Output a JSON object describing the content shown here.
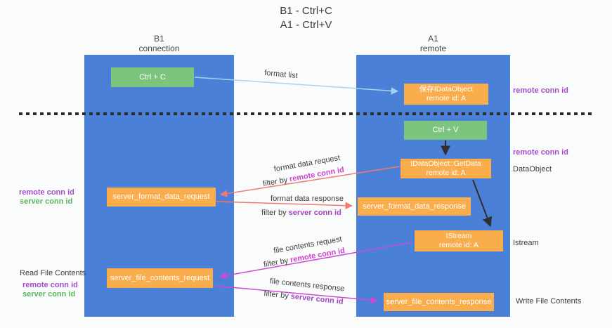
{
  "title": {
    "line1": "B1 - Ctrl+C",
    "line2": "A1 - Ctrl+V"
  },
  "columns": {
    "left": {
      "header_line1": "B1",
      "header_line2": "connection"
    },
    "right": {
      "header_line1": "A1",
      "header_line2": "remote"
    }
  },
  "boxes": {
    "ctrl_c": "Ctrl + C",
    "save_dataobject_line1": "保存IDataObject",
    "save_dataobject_line2": "remote id: A",
    "ctrl_v": "Ctrl + V",
    "getdata_line1": "IDataObject::GetData",
    "getdata_line2": "remote id: A",
    "format_request": "server_format_data_request",
    "format_response": "server_format_data_response",
    "istream_line1": "IStream",
    "istream_line2": "remote id: A",
    "file_request": "server_file_contents_request",
    "file_response": "server_file_contents_response"
  },
  "right_labels": {
    "remote_conn_id_top": "remote conn id",
    "remote_conn_id_mid": "remote conn id",
    "dataobject": "DataObject",
    "istream": "Istream",
    "write_file_contents": "Write File Contents"
  },
  "left_labels": {
    "remote_conn_id_upper": "remote conn id",
    "server_conn_id_upper": "server conn id",
    "read_file_contents": "Read File Contents",
    "remote_conn_id_lower": "remote conn id",
    "server_conn_id_lower": "server conn id"
  },
  "flow": {
    "format_list": "format list",
    "format_data_request": "format data request",
    "format_data_request_filter_prefix": "filter by",
    "format_data_request_filter_key": "remote conn id",
    "format_data_response": "format data response",
    "format_data_response_filter_prefix": "filter by",
    "format_data_response_filter_key": "server conn id",
    "file_contents_request": "file contents request",
    "file_contents_request_filter_prefix": "filter by",
    "file_contents_request_filter_key": "remote conn id",
    "file_contents_response": "file contents response",
    "file_contents_response_filter_prefix": "filter by",
    "file_contents_response_filter_key": "server conn id"
  },
  "colors": {
    "column_blue": "#4a80d8",
    "box_orange": "#f9ad4d",
    "box_green": "#7cc57e",
    "arrow_light_blue": "#a6d3ef",
    "arrow_salmon": "#ef7b74",
    "arrow_magenta": "#cb4bd3",
    "arrow_black": "#2f2f2f",
    "label_purple": "#a64ccb",
    "label_green": "#57b75c",
    "filter_key_magenta": "#cc44cc",
    "filter_key_violet": "#a347c2"
  }
}
